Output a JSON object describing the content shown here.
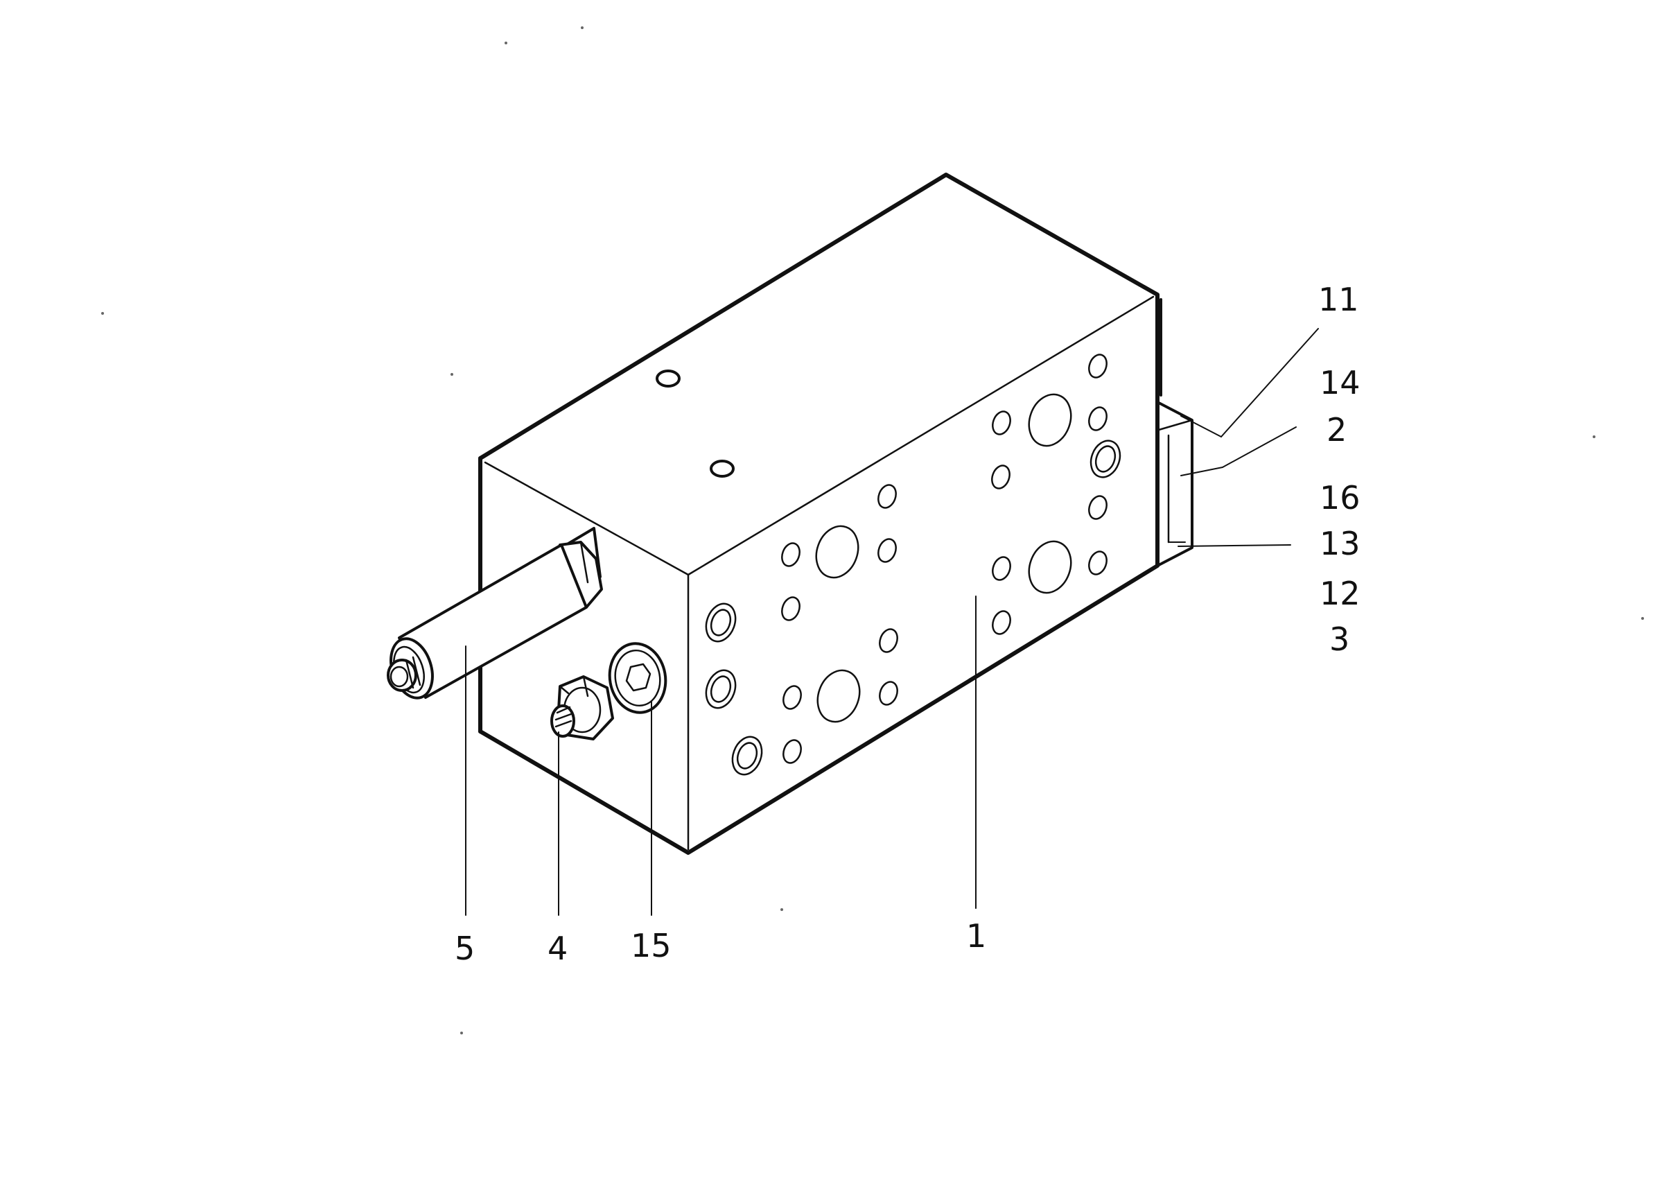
{
  "diagram": {
    "callouts": {
      "c11": "11",
      "c14": "14",
      "c2": "2",
      "c16": "16",
      "c13": "13",
      "c12": "12",
      "c3": "3",
      "c5": "5",
      "c4": "4",
      "c15": "15",
      "c1": "1"
    },
    "line_color": "#111111",
    "background": "#ffffff"
  }
}
